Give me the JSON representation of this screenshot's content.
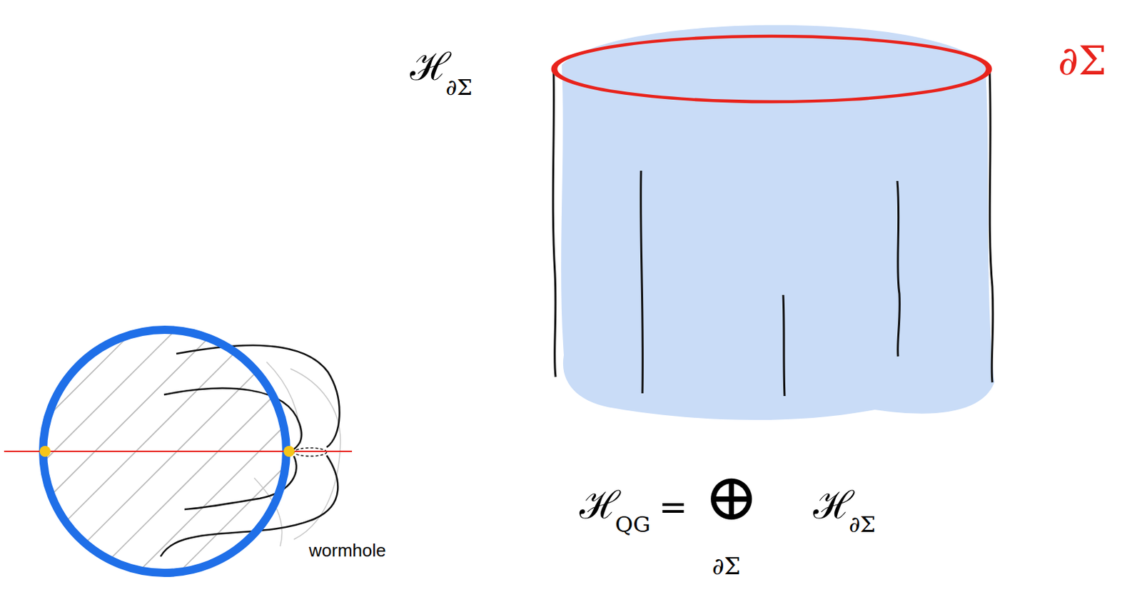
{
  "diagram": {
    "labels": [
      "ℋ",
      "∂Σ",
      "∂Σ",
      "ℋ",
      "QG",
      "=",
      "⊕",
      "∂Σ",
      "ℋ",
      "∂Σ",
      "wormhole"
    ]
  }
}
